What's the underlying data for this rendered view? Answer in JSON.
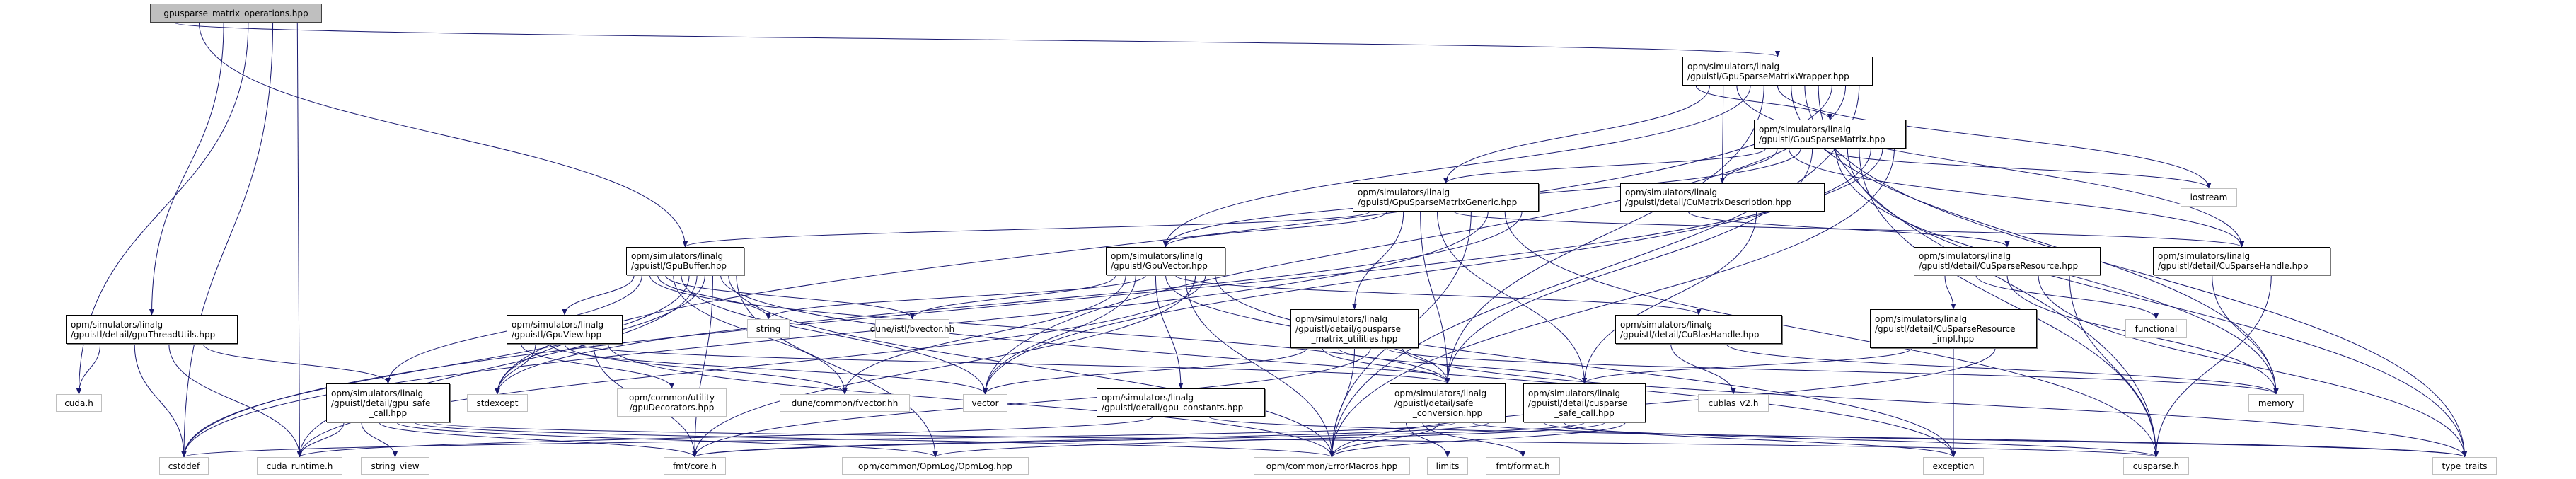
{
  "graph": {
    "edge_color": "#191970",
    "root_fill": "#bfbfbf",
    "nodes": [
      {
        "id": "root",
        "kind": "root",
        "lines": [
          "gpusparse_matrix_operations.hpp"
        ]
      },
      {
        "id": "wrapper",
        "kind": "doc",
        "lines": [
          "opm/simulators/linalg",
          "/gpuistl/GpuSparseMatrixWrapper.hpp"
        ]
      },
      {
        "id": "sparsematrix",
        "kind": "doc",
        "lines": [
          "opm/simulators/linalg",
          "/gpuistl/GpuSparseMatrix.hpp"
        ]
      },
      {
        "id": "generic",
        "kind": "doc",
        "lines": [
          "opm/simulators/linalg",
          "/gpuistl/GpuSparseMatrixGeneric.hpp"
        ]
      },
      {
        "id": "matdesc",
        "kind": "doc",
        "lines": [
          "opm/simulators/linalg",
          "/gpuistl/detail/CuMatrixDescription.hpp"
        ]
      },
      {
        "id": "buffer",
        "kind": "doc",
        "lines": [
          "opm/simulators/linalg",
          "/gpuistl/GpuBuffer.hpp"
        ]
      },
      {
        "id": "gpuvector",
        "kind": "doc",
        "lines": [
          "opm/simulators/linalg",
          "/gpuistl/GpuVector.hpp"
        ]
      },
      {
        "id": "sparseres",
        "kind": "doc",
        "lines": [
          "opm/simulators/linalg",
          "/gpuistl/detail/CuSparseResource.hpp"
        ]
      },
      {
        "id": "sparsehandle",
        "kind": "doc",
        "lines": [
          "opm/simulators/linalg",
          "/gpuistl/detail/CuSparseHandle.hpp"
        ]
      },
      {
        "id": "threadutils",
        "kind": "doc",
        "lines": [
          "opm/simulators/linalg",
          "/gpuistl/detail/gpuThreadUtils.hpp"
        ]
      },
      {
        "id": "gpuview",
        "kind": "doc",
        "lines": [
          "opm/simulators/linalg",
          "/gpuistl/GpuView.hpp"
        ]
      },
      {
        "id": "string",
        "kind": "sys",
        "lines": [
          "string"
        ]
      },
      {
        "id": "bvector",
        "kind": "sys",
        "lines": [
          "dune/istl/bvector.hh"
        ]
      },
      {
        "id": "sputils",
        "kind": "doc",
        "lines": [
          "opm/simulators/linalg",
          "/gpuistl/detail/gpusparse",
          "_matrix_utilities.hpp"
        ]
      },
      {
        "id": "blashandle",
        "kind": "doc",
        "lines": [
          "opm/simulators/linalg",
          "/gpuistl/detail/CuBlasHandle.hpp"
        ]
      },
      {
        "id": "resimpl",
        "kind": "doc",
        "lines": [
          "opm/simulators/linalg",
          "/gpuistl/detail/CuSparseResource",
          "_impl.hpp"
        ]
      },
      {
        "id": "functional",
        "kind": "sys",
        "lines": [
          "functional"
        ]
      },
      {
        "id": "iostream",
        "kind": "sys",
        "lines": [
          "iostream"
        ]
      },
      {
        "id": "cudah",
        "kind": "sys",
        "lines": [
          "cuda.h"
        ]
      },
      {
        "id": "safecall",
        "kind": "doc",
        "lines": [
          "opm/simulators/linalg",
          "/gpuistl/detail/gpu_safe",
          "_call.hpp"
        ]
      },
      {
        "id": "stdexcept",
        "kind": "sys",
        "lines": [
          "stdexcept"
        ]
      },
      {
        "id": "decorators",
        "kind": "sys",
        "lines": [
          "opm/common/utility",
          "/gpuDecorators.hpp"
        ]
      },
      {
        "id": "fvector",
        "kind": "sys",
        "lines": [
          "dune/common/fvector.hh"
        ]
      },
      {
        "id": "vector",
        "kind": "sys",
        "lines": [
          "vector"
        ]
      },
      {
        "id": "constants",
        "kind": "doc",
        "lines": [
          "opm/simulators/linalg",
          "/gpuistl/detail/gpu_constants.hpp"
        ]
      },
      {
        "id": "safeconv",
        "kind": "doc",
        "lines": [
          "opm/simulators/linalg",
          "/gpuistl/detail/safe",
          "_conversion.hpp"
        ]
      },
      {
        "id": "cssafecall",
        "kind": "doc",
        "lines": [
          "opm/simulators/linalg",
          "/gpuistl/detail/cusparse",
          "_safe_call.hpp"
        ]
      },
      {
        "id": "cublas",
        "kind": "sys",
        "lines": [
          "cublas_v2.h"
        ]
      },
      {
        "id": "memory",
        "kind": "sys",
        "lines": [
          "memory"
        ]
      },
      {
        "id": "cstddef",
        "kind": "sys",
        "lines": [
          "cstddef"
        ]
      },
      {
        "id": "cudaruntime",
        "kind": "sys",
        "lines": [
          "cuda_runtime.h"
        ]
      },
      {
        "id": "stringview",
        "kind": "sys",
        "lines": [
          "string_view"
        ]
      },
      {
        "id": "fmtcore",
        "kind": "sys",
        "lines": [
          "fmt/core.h"
        ]
      },
      {
        "id": "opmlog",
        "kind": "sys",
        "lines": [
          "opm/common/OpmLog/OpmLog.hpp"
        ]
      },
      {
        "id": "errormacros",
        "kind": "sys",
        "lines": [
          "opm/common/ErrorMacros.hpp"
        ]
      },
      {
        "id": "limits",
        "kind": "sys",
        "lines": [
          "limits"
        ]
      },
      {
        "id": "fmtformat",
        "kind": "sys",
        "lines": [
          "fmt/format.h"
        ]
      },
      {
        "id": "exception",
        "kind": "sys",
        "lines": [
          "exception"
        ]
      },
      {
        "id": "cusparseh",
        "kind": "sys",
        "lines": [
          "cusparse.h"
        ]
      },
      {
        "id": "typetraits",
        "kind": "sys",
        "lines": [
          "type_traits"
        ]
      }
    ],
    "edges": [
      [
        "root",
        "wrapper"
      ],
      [
        "root",
        "buffer"
      ],
      [
        "root",
        "threadutils"
      ],
      [
        "root",
        "cudah"
      ],
      [
        "root",
        "cstddef"
      ],
      [
        "root",
        "cudaruntime"
      ],
      [
        "wrapper",
        "sparsematrix"
      ],
      [
        "wrapper",
        "generic"
      ],
      [
        "wrapper",
        "matdesc"
      ],
      [
        "wrapper",
        "sparsehandle"
      ],
      [
        "wrapper",
        "gpuvector"
      ],
      [
        "wrapper",
        "safeconv"
      ],
      [
        "wrapper",
        "iostream"
      ],
      [
        "wrapper",
        "memory"
      ],
      [
        "wrapper",
        "typetraits"
      ],
      [
        "wrapper",
        "cusparseh"
      ],
      [
        "wrapper",
        "stdexcept"
      ],
      [
        "wrapper",
        "vector"
      ],
      [
        "wrapper",
        "errormacros"
      ],
      [
        "sparsematrix",
        "generic"
      ],
      [
        "sparsematrix",
        "matdesc"
      ],
      [
        "sparsematrix",
        "sparsehandle"
      ],
      [
        "sparsematrix",
        "gpuvector"
      ],
      [
        "sparsematrix",
        "safeconv"
      ],
      [
        "sparsematrix",
        "iostream"
      ],
      [
        "sparsematrix",
        "memory"
      ],
      [
        "sparsematrix",
        "typetraits"
      ],
      [
        "sparsematrix",
        "cusparseh"
      ],
      [
        "sparsematrix",
        "vector"
      ],
      [
        "sparsematrix",
        "cstddef"
      ],
      [
        "sparsematrix",
        "errormacros"
      ],
      [
        "generic",
        "buffer"
      ],
      [
        "generic",
        "gpuvector"
      ],
      [
        "generic",
        "sputils"
      ],
      [
        "generic",
        "safeconv"
      ],
      [
        "generic",
        "cssafecall"
      ],
      [
        "generic",
        "sparsehandle"
      ],
      [
        "generic",
        "errormacros"
      ],
      [
        "generic",
        "cstddef"
      ],
      [
        "generic",
        "cusparseh"
      ],
      [
        "generic",
        "stdexcept"
      ],
      [
        "matdesc",
        "sparseres"
      ],
      [
        "matdesc",
        "cssafecall"
      ],
      [
        "sparseres",
        "resimpl"
      ],
      [
        "sparseres",
        "functional"
      ],
      [
        "sparseres",
        "memory"
      ],
      [
        "sparseres",
        "typetraits"
      ],
      [
        "sparseres",
        "cusparseh"
      ],
      [
        "resimpl",
        "cssafecall"
      ],
      [
        "resimpl",
        "exception"
      ],
      [
        "resimpl",
        "errormacros"
      ],
      [
        "sparsehandle",
        "memory"
      ],
      [
        "sparsehandle",
        "cusparseh"
      ],
      [
        "buffer",
        "gpuview"
      ],
      [
        "buffer",
        "safecall"
      ],
      [
        "buffer",
        "safeconv"
      ],
      [
        "buffer",
        "string"
      ],
      [
        "buffer",
        "bvector"
      ],
      [
        "buffer",
        "fvector"
      ],
      [
        "buffer",
        "vector"
      ],
      [
        "buffer",
        "stdexcept"
      ],
      [
        "buffer",
        "cudaruntime"
      ],
      [
        "buffer",
        "cstddef"
      ],
      [
        "buffer",
        "fmtcore"
      ],
      [
        "buffer",
        "exception"
      ],
      [
        "buffer",
        "errormacros"
      ],
      [
        "buffer",
        "opmlog"
      ],
      [
        "gpuvector",
        "bvector"
      ],
      [
        "gpuvector",
        "fvector"
      ],
      [
        "gpuvector",
        "vector"
      ],
      [
        "gpuvector",
        "string"
      ],
      [
        "gpuvector",
        "constants"
      ],
      [
        "gpuvector",
        "safeconv"
      ],
      [
        "gpuvector",
        "blashandle"
      ],
      [
        "gpuvector",
        "errormacros"
      ],
      [
        "gpuvector",
        "fmtcore"
      ],
      [
        "gpuvector",
        "cudaruntime"
      ],
      [
        "gpuvector",
        "exception"
      ],
      [
        "gpuview",
        "decorators"
      ],
      [
        "gpuview",
        "stdexcept"
      ],
      [
        "gpuview",
        "vector"
      ],
      [
        "gpuview",
        "fvector"
      ],
      [
        "gpuview",
        "safeconv"
      ],
      [
        "gpuview",
        "fmtcore"
      ],
      [
        "gpuview",
        "errormacros"
      ],
      [
        "threadutils",
        "cudah"
      ],
      [
        "threadutils",
        "cstddef"
      ],
      [
        "threadutils",
        "cudaruntime"
      ],
      [
        "threadutils",
        "safecall"
      ],
      [
        "safecall",
        "cudaruntime"
      ],
      [
        "safecall",
        "stringview"
      ],
      [
        "safecall",
        "fmtcore"
      ],
      [
        "safecall",
        "opmlog"
      ],
      [
        "safecall",
        "errormacros"
      ],
      [
        "safecall",
        "cusparseh"
      ],
      [
        "sputils",
        "vector"
      ],
      [
        "sputils",
        "safeconv"
      ],
      [
        "sputils",
        "cssafecall"
      ],
      [
        "sputils",
        "errormacros"
      ],
      [
        "sputils",
        "fmtcore"
      ],
      [
        "sputils",
        "memory"
      ],
      [
        "sputils",
        "typetraits"
      ],
      [
        "blashandle",
        "cublas"
      ],
      [
        "blashandle",
        "memory"
      ],
      [
        "constants",
        "cudaruntime"
      ],
      [
        "constants",
        "typetraits"
      ],
      [
        "safeconv",
        "limits"
      ],
      [
        "safeconv",
        "fmtformat"
      ],
      [
        "safeconv",
        "errormacros"
      ],
      [
        "safeconv",
        "cstddef"
      ],
      [
        "safeconv",
        "typetraits"
      ],
      [
        "safeconv",
        "fmtcore"
      ],
      [
        "cssafecall",
        "cusparseh"
      ],
      [
        "cssafecall",
        "exception"
      ],
      [
        "cssafecall",
        "fmtcore"
      ],
      [
        "cssafecall",
        "opmlog"
      ],
      [
        "cssafecall",
        "errormacros"
      ]
    ]
  }
}
